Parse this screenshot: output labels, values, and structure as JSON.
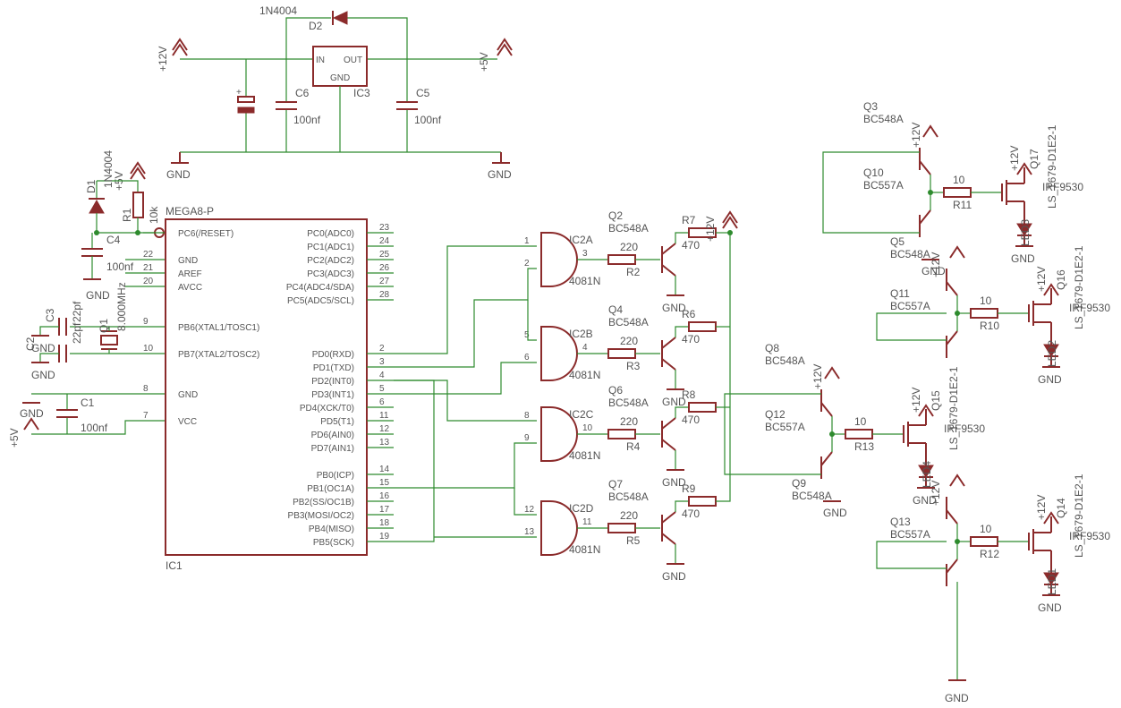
{
  "power": {
    "regulator": {
      "name": "IC3",
      "in": "IN",
      "out": "OUT",
      "gnd": "GND"
    },
    "diode_d2": {
      "name": "D2",
      "value": "1N4004"
    },
    "c6": {
      "name": "C6",
      "value": "100nf"
    },
    "c5": {
      "name": "C5",
      "value": "100nf"
    },
    "supply_in": "+12V",
    "supply_out": "+5V",
    "gnd": "GND"
  },
  "reset": {
    "d1": {
      "name": "D1",
      "value": "1N4004"
    },
    "r1": {
      "name": "R1",
      "value": "10k"
    },
    "c4": {
      "name": "C4",
      "value": "100nf"
    },
    "supply": "+5V",
    "gnd": "GND"
  },
  "crystal": {
    "q1": {
      "name": "Q1",
      "value": "8.000MHz"
    },
    "c2": {
      "name": "C2",
      "value": "22pf"
    },
    "c3": {
      "name": "C3",
      "value": "22pf"
    },
    "gnd": "GND"
  },
  "decoupling": {
    "c1": {
      "name": "C1",
      "value": "100nf"
    },
    "supply": "+5V",
    "gnd": "GND"
  },
  "mcu": {
    "part": "MEGA8-P",
    "name": "IC1",
    "left_pins": [
      {
        "num": "",
        "label": "PC6(/RESET)"
      },
      {
        "num": "22",
        "label": "GND"
      },
      {
        "num": "21",
        "label": "AREF"
      },
      {
        "num": "20",
        "label": "AVCC"
      },
      {
        "num": "9",
        "label": "PB6(XTAL1/TOSC1)"
      },
      {
        "num": "10",
        "label": "PB7(XTAL2/TOSC2)"
      },
      {
        "num": "8",
        "label": "GND"
      },
      {
        "num": "7",
        "label": "VCC"
      }
    ],
    "right_pins": [
      {
        "num": "23",
        "label": "PC0(ADC0)"
      },
      {
        "num": "24",
        "label": "PC1(ADC1)"
      },
      {
        "num": "25",
        "label": "PC2(ADC2)"
      },
      {
        "num": "26",
        "label": "PC3(ADC3)"
      },
      {
        "num": "27",
        "label": "PC4(ADC4/SDA)"
      },
      {
        "num": "28",
        "label": "PC5(ADC5/SCL)"
      },
      {
        "num": "2",
        "label": "PD0(RXD)"
      },
      {
        "num": "3",
        "label": "PD1(TXD)"
      },
      {
        "num": "4",
        "label": "PD2(INT0)"
      },
      {
        "num": "5",
        "label": "PD3(INT1)"
      },
      {
        "num": "6",
        "label": "PD4(XCK/T0)"
      },
      {
        "num": "11",
        "label": "PD5(T1)"
      },
      {
        "num": "12",
        "label": "PD6(AIN0)"
      },
      {
        "num": "13",
        "label": "PD7(AIN1)"
      },
      {
        "num": "14",
        "label": "PB0(ICP)"
      },
      {
        "num": "15",
        "label": "PB1(OC1A)"
      },
      {
        "num": "16",
        "label": "PB2(SS/OC1B)"
      },
      {
        "num": "17",
        "label": "PB3(MOSI/OC2)"
      },
      {
        "num": "18",
        "label": "PB4(MISO)"
      },
      {
        "num": "19",
        "label": "PB5(SCK)"
      }
    ]
  },
  "gates": [
    {
      "name": "IC2A",
      "part": "4081N",
      "in1": "1",
      "in2": "2",
      "out": "3"
    },
    {
      "name": "IC2B",
      "part": "4081N",
      "in1": "5",
      "in2": "6",
      "out": "4"
    },
    {
      "name": "IC2C",
      "part": "4081N",
      "in1": "8",
      "in2": "9",
      "out": "10"
    },
    {
      "name": "IC2D",
      "part": "4081N",
      "in1": "12",
      "in2": "13",
      "out": "11"
    }
  ],
  "drivers": [
    {
      "q": "Q2",
      "type": "BC548A",
      "rb": "R2",
      "rb_val": "220",
      "rc": "R7",
      "rc_val": "470"
    },
    {
      "q": "Q4",
      "type": "BC548A",
      "rb": "R3",
      "rb_val": "220",
      "rc": "R6",
      "rc_val": "470"
    },
    {
      "q": "Q6",
      "type": "BC548A",
      "rb": "R4",
      "rb_val": "220",
      "rc": "R8",
      "rc_val": "470"
    },
    {
      "q": "Q7",
      "type": "BC548A",
      "rb": "R5",
      "rb_val": "220",
      "rc": "R9",
      "rc_val": "470"
    }
  ],
  "channels": [
    {
      "npn": "Q3",
      "npn_type": "BC548A",
      "pnp": "Q10",
      "pnp_type": "BC557A",
      "extra": "Q5",
      "extra_type": "BC548A",
      "r": "R11",
      "r_val": "10",
      "fet": "Q17",
      "fet_type": "IRF9530",
      "led": "LED3",
      "led_type": "LS_T679-D1E2-1"
    },
    {
      "pnp": "Q11",
      "pnp_type": "BC557A",
      "r": "R10",
      "r_val": "10",
      "fet": "Q16",
      "fet_type": "IRF9530",
      "led": "LED2",
      "led_type": "LS_T679-D1E2-1"
    },
    {
      "npn": "Q8",
      "npn_type": "BC548A",
      "pnp": "Q12",
      "pnp_type": "BC557A",
      "extra": "Q9",
      "extra_type": "BC548A",
      "r": "R13",
      "r_val": "10",
      "fet": "Q15",
      "fet_type": "IRF9530",
      "led": "LED4",
      "led_type": "LS_T679-D1E2-1"
    },
    {
      "pnp": "Q13",
      "pnp_type": "BC557A",
      "r": "R12",
      "r_val": "10",
      "fet": "Q14",
      "fet_type": "IRF9530",
      "led": "LED1",
      "led_type": "LS_T679-D1E2-1"
    }
  ],
  "net": {
    "gnd": "GND",
    "p12": "+12V",
    "p5": "+5V"
  }
}
